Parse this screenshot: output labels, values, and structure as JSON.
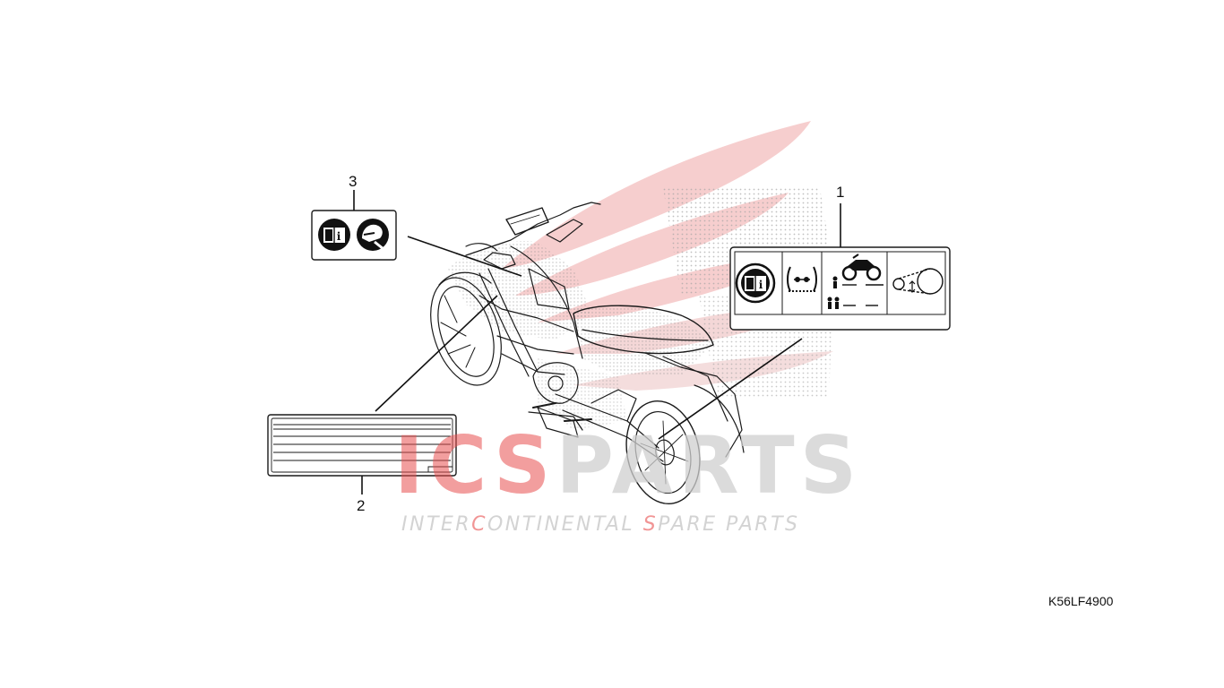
{
  "diagram": {
    "callouts": [
      {
        "id": "1",
        "label": "1"
      },
      {
        "id": "2",
        "label": "2"
      },
      {
        "id": "3",
        "label": "3"
      }
    ],
    "part_code": "K56LF4900"
  },
  "watermark": {
    "logo_part1": "ICS",
    "logo_part2": "PARTS",
    "tagline_parts": [
      "INTER",
      "C",
      "ONTINENTAL ",
      "S",
      "PARE PARTS"
    ],
    "colors": {
      "accent_red": "#e85050",
      "logo_grey": "#cfcfcf",
      "wing_pink": "#f6c9c9"
    }
  },
  "icons": {
    "label_3": [
      "manual-book-icon",
      "helmet-wrench-icon"
    ],
    "label_1": [
      "manual-book-icon",
      "tire-pressure-icon",
      "motorcycle-icon",
      "rider-icon",
      "passenger-icon",
      "chain-slack-icon"
    ]
  }
}
